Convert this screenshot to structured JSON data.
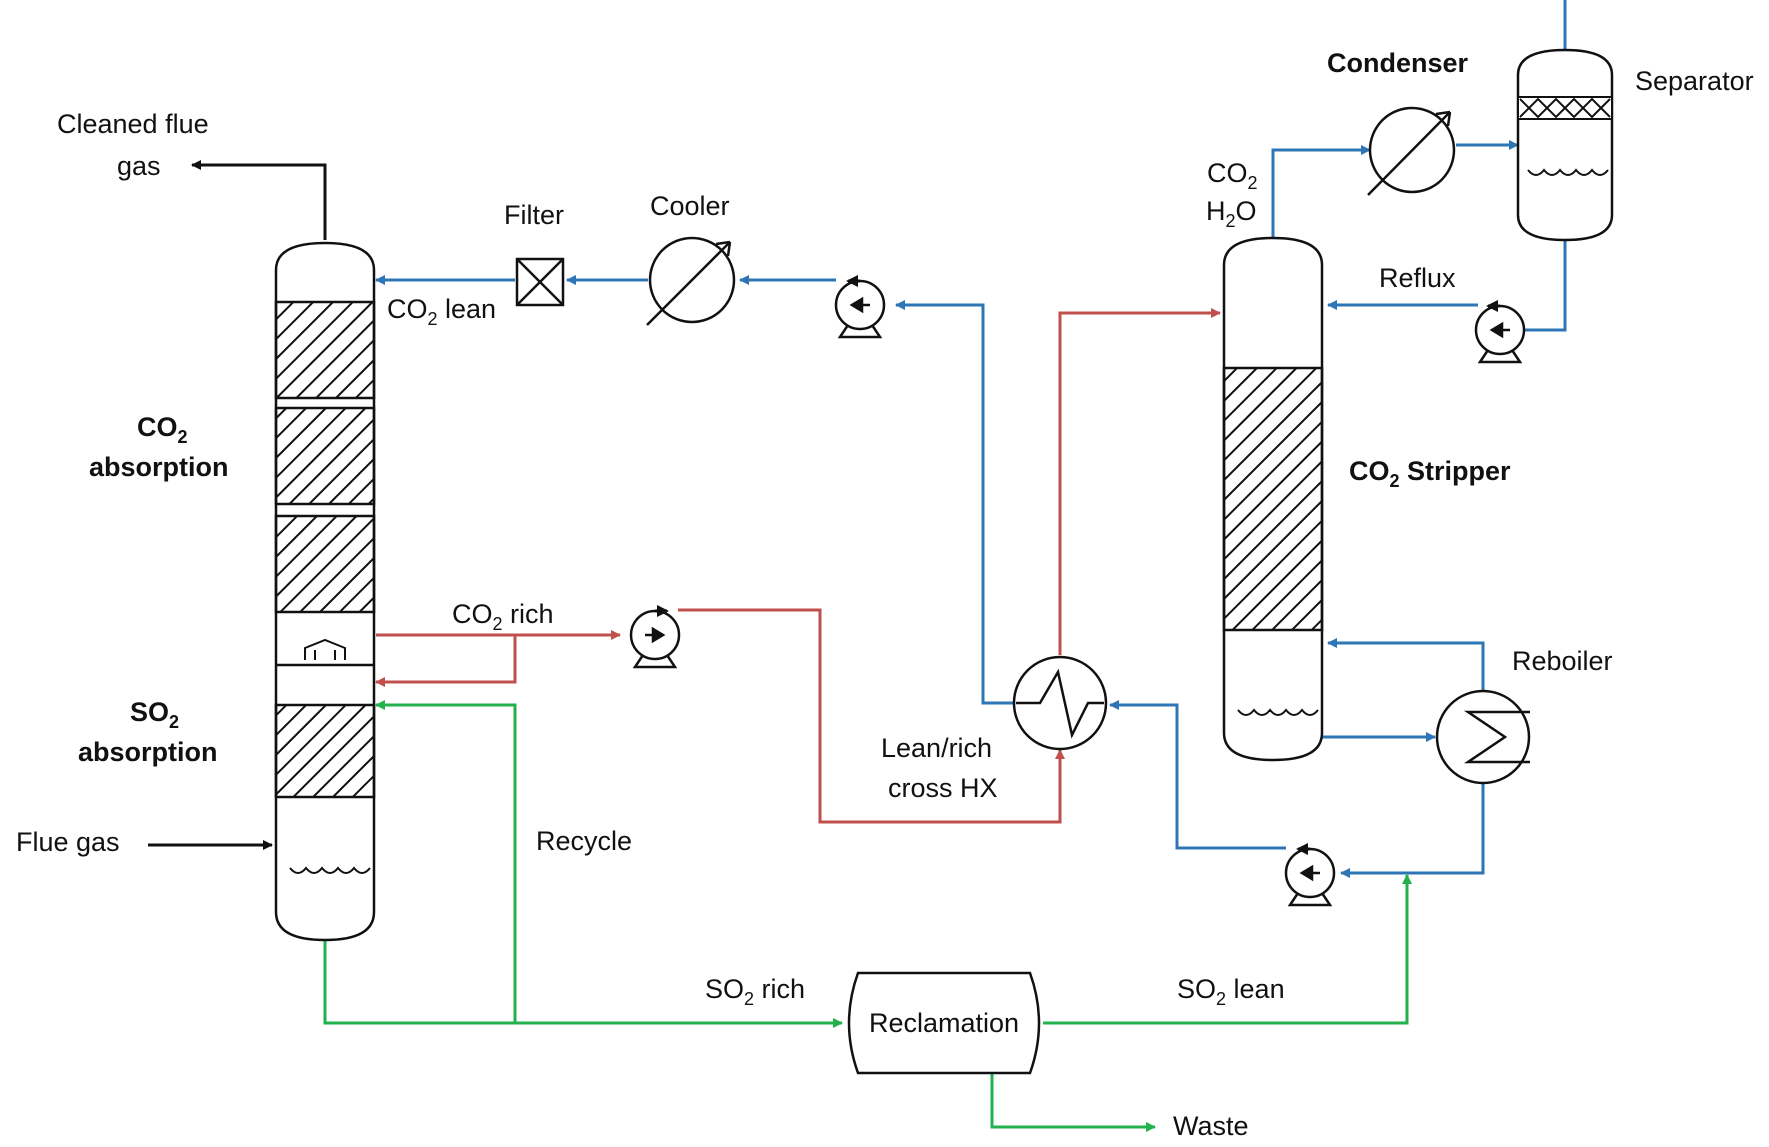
{
  "colors": {
    "lean": "#2E75B6",
    "rich": "#C0504D",
    "so2": "#22B14C",
    "gas": "#111111"
  },
  "labels": {
    "cleaned_flue_gas_1": "Cleaned flue",
    "cleaned_flue_gas_2": "gas",
    "filter": "Filter",
    "cooler": "Cooler",
    "co2_lean_main": "CO",
    "co2_lean_sub": "2",
    "co2_lean_tail": " lean",
    "co2_absorption_1_main": "CO",
    "co2_absorption_1_sub": "2",
    "co2_absorption_2": "absorption",
    "co2_rich_main": "CO",
    "co2_rich_sub": "2",
    "co2_rich_tail": " rich",
    "so2_absorption_1_main": "SO",
    "so2_absorption_1_sub": "2",
    "so2_absorption_2": "absorption",
    "flue_gas": "Flue gas",
    "recycle": "Recycle",
    "lean_rich_hx_1": "Lean/rich",
    "lean_rich_hx_2": "cross HX",
    "so2_rich_main": "SO",
    "so2_rich_sub": "2",
    "so2_rich_tail": " rich",
    "reclamation": "Reclamation",
    "so2_lean_main": "SO",
    "so2_lean_sub": "2",
    "so2_lean_tail": " lean",
    "waste": "Waste",
    "condenser": "Condenser",
    "separator": "Separator",
    "overhead_co2_main": "CO",
    "overhead_co2_sub": "2",
    "overhead_h2o_main": "H",
    "overhead_h2o_sub": "2",
    "overhead_h2o_tail": "O",
    "reflux": "Reflux",
    "co2_stripper_main": "CO",
    "co2_stripper_sub": "2",
    "co2_stripper_tail": " Stripper",
    "reboiler": "Reboiler"
  }
}
